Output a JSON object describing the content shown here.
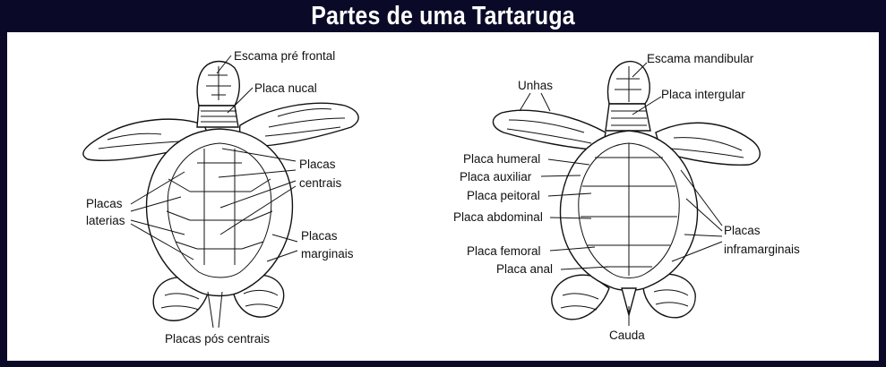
{
  "title": "Partes de uma Tartaruga",
  "colors": {
    "frame": "#0a0a28",
    "panel": "#ffffff",
    "ink": "#111111",
    "title_text": "#ffffff"
  },
  "dorsal_view": {
    "labels": {
      "escama_pre_frontal": "Escama pré frontal",
      "placa_nucal": "Placa nucal",
      "placas_centrais_1": "Placas",
      "placas_centrais_2": "centrais",
      "placas_laterais_1": "Placas",
      "placas_laterais_2": "laterias",
      "placas_marginais_1": "Placas",
      "placas_marginais_2": "marginais",
      "placas_pos_centrais": "Placas pós centrais"
    }
  },
  "ventral_view": {
    "labels": {
      "escama_mandibular": "Escama mandibular",
      "unhas": "Unhas",
      "placa_intergular": "Placa intergular",
      "placa_humeral": "Placa humeral",
      "placa_auxiliar": "Placa auxiliar",
      "placa_peitoral": "Placa peitoral",
      "placa_abdominal": "Placa abdominal",
      "placa_femoral": "Placa femoral",
      "placa_anal": "Placa anal",
      "placas_inframarginais_1": "Placas",
      "placas_inframarginais_2": "inframarginais",
      "cauda": "Cauda"
    }
  }
}
